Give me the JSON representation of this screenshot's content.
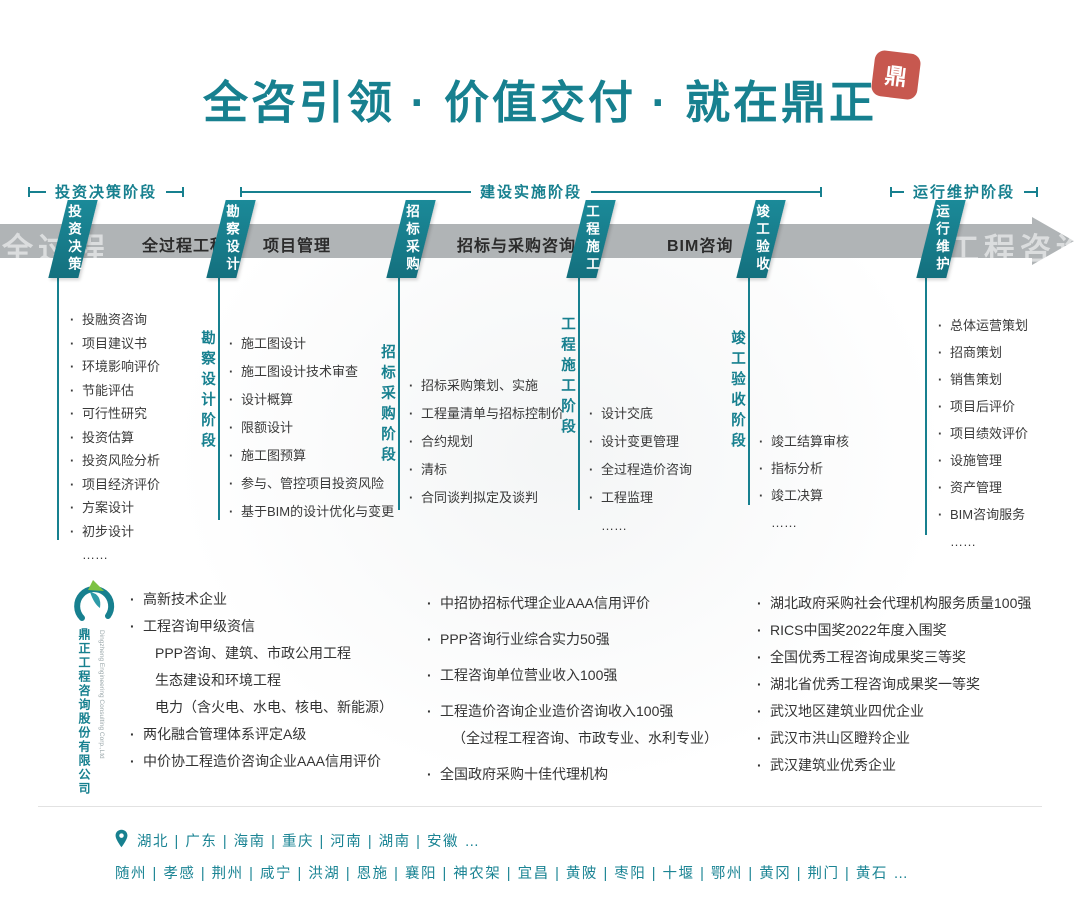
{
  "colors": {
    "accent": "#17808F",
    "band_gray": "#B0B4B6",
    "seal_red": "#C2473C",
    "text_dark": "#3A3A3A"
  },
  "header": {
    "title": "全咨引领 · 价值交付 · 就在鼎正",
    "seal_text": "鼎"
  },
  "phases": {
    "p1": "投资决策阶段",
    "p2": "建设实施阶段",
    "p3": "运行维护阶段"
  },
  "band": {
    "watermark_left": "全过程",
    "watermark_right": "工程咨询",
    "flags": [
      "投资决策",
      "勘察设计",
      "招标采购",
      "工程施工",
      "竣工验收",
      "运行维护"
    ],
    "labels": [
      "全过程工程",
      "项目管理",
      "招标与采购咨询",
      "BIM咨询"
    ]
  },
  "columns": [
    {
      "header": "",
      "items": [
        "投融资咨询",
        "项目建议书",
        "环境影响评价",
        "节能评估",
        "可行性研究",
        "投资估算",
        "投资风险分析",
        "项目经济评价",
        "方案设计",
        "初步设计",
        "……"
      ]
    },
    {
      "header": "勘察设计阶段",
      "items": [
        "施工图设计",
        "施工图设计技术审查",
        "设计概算",
        "限额设计",
        "施工图预算",
        "参与、管控项目投资风险",
        "基于BIM的设计优化与变更"
      ]
    },
    {
      "header": "招标采购阶段",
      "items": [
        "招标采购策划、实施",
        "工程量清单与招标控制价",
        "合约规划",
        "清标",
        "合同谈判拟定及谈判"
      ]
    },
    {
      "header": "工程施工阶段",
      "items": [
        "设计交底",
        "设计变更管理",
        "全过程造价咨询",
        "工程监理",
        "……"
      ]
    },
    {
      "header": "竣工验收阶段",
      "items": [
        "竣工结算审核",
        "指标分析",
        "竣工决算",
        "……"
      ]
    },
    {
      "header": "",
      "items": [
        "总体运营策划",
        "招商策划",
        "销售策划",
        "项目后评价",
        "项目绩效评价",
        "设施管理",
        "资产管理",
        "BIM咨询服务",
        "……"
      ]
    }
  ],
  "company": {
    "name_cn": "鼎正工程咨询股份有限公司",
    "name_en": "Dingzheng Engineering Consulting Corp.,Ltd"
  },
  "achievements": {
    "col1": [
      "高新技术企业",
      "工程咨询甲级资信",
      "PPP咨询、建筑、市政公用工程",
      "生态建设和环境工程",
      "电力（含火电、水电、核电、新能源）",
      "两化融合管理体系评定A级",
      "中价协工程造价咨询企业AAA信用评价"
    ],
    "col2": [
      "中招协招标代理企业AAA信用评价",
      "PPP咨询行业综合实力50强",
      "工程咨询单位营业收入100强",
      "工程造价咨询企业造价咨询收入100强",
      "（全过程工程咨询、市政专业、水利专业）",
      "全国政府采购十佳代理机构"
    ],
    "col3": [
      "湖北政府采购社会代理机构服务质量100强",
      "RICS中国奖2022年度入围奖",
      "全国优秀工程咨询成果奖三等奖",
      "湖北省优秀工程咨询成果奖一等奖",
      "武汉地区建筑业四优企业",
      "武汉市洪山区瞪羚企业",
      "武汉建筑业优秀企业"
    ]
  },
  "footer": {
    "provinces": "湖北 | 广东 | 海南 | 重庆 | 河南 | 湖南 | 安徽  …",
    "cities": "随州 | 孝感 | 荆州 | 咸宁 | 洪湖 | 恩施 | 襄阳 | 神农架 | 宜昌 | 黄陂 | 枣阳 | 十堰 | 鄂州 | 黄冈 | 荆门 | 黄石  …"
  }
}
